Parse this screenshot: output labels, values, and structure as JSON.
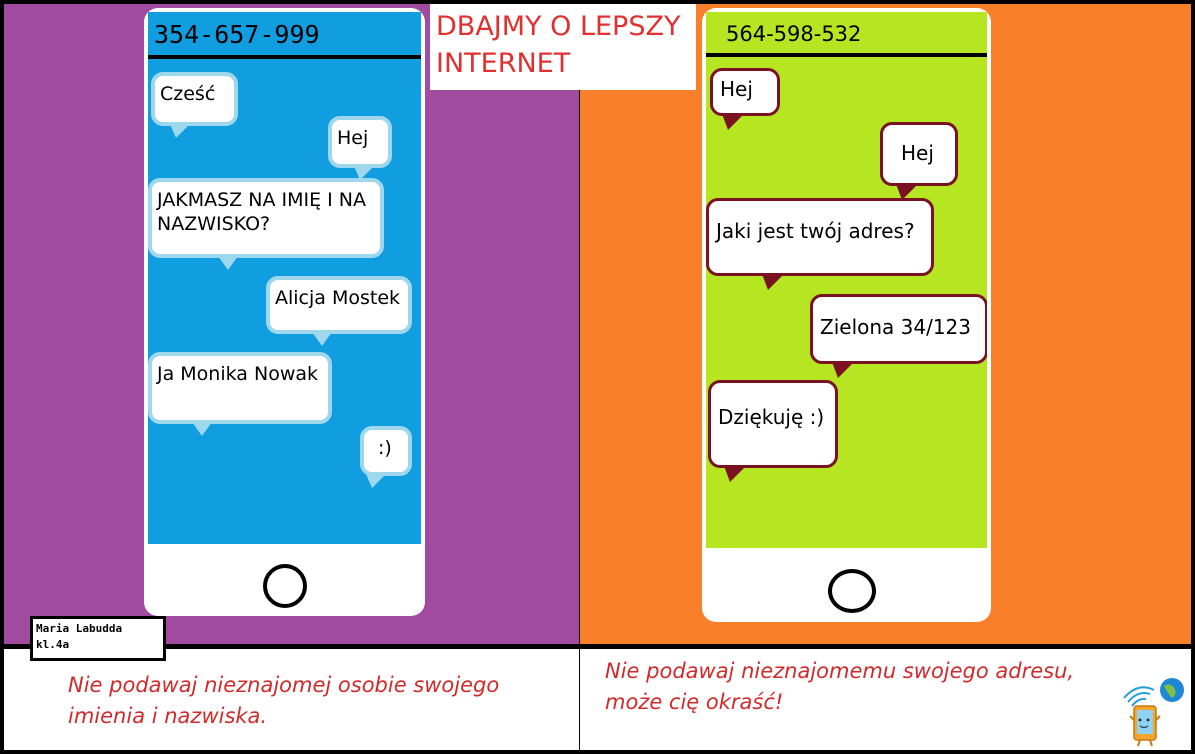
{
  "title": "DBAJMY O LEPSZY INTERNET",
  "author": {
    "name": "Maria Labudda",
    "class": "kl.4a"
  },
  "left_phone": {
    "number": "354-657-999",
    "messages": [
      {
        "text": "Cześć",
        "side": "left"
      },
      {
        "text": "Hej",
        "side": "right"
      },
      {
        "text": "JAKMASZ NA IMIĘ I NA NAZWISKO?",
        "side": "left"
      },
      {
        "text": "Alicja Mostek",
        "side": "right"
      },
      {
        "text": "Ja Monika Nowak",
        "side": "left"
      },
      {
        "text": ":)",
        "side": "right"
      }
    ]
  },
  "right_phone": {
    "number": "564-598-532",
    "messages": [
      {
        "text": "Hej",
        "side": "left"
      },
      {
        "text": "Hej",
        "side": "right"
      },
      {
        "text": "Jaki jest twój adres?",
        "side": "left"
      },
      {
        "text": "Zielona 34/123",
        "side": "right"
      },
      {
        "text": "Dziękuję :)",
        "side": "left"
      }
    ]
  },
  "captions": {
    "left": "Nie podawaj nieznajomej osobie swojego imienia i nazwiska.",
    "right": "Nie podawaj nieznajomemu swojego adresu, może cię okraść!"
  },
  "colors": {
    "left_panel": "#a14ba0",
    "right_panel": "#fa7f2a",
    "left_screen": "#109ee0",
    "right_screen": "#b6e521",
    "caption_text": "#d12a2a",
    "title_text": "#e03030"
  },
  "icons": {
    "corner": "child-with-tablet-and-globe-icon"
  }
}
